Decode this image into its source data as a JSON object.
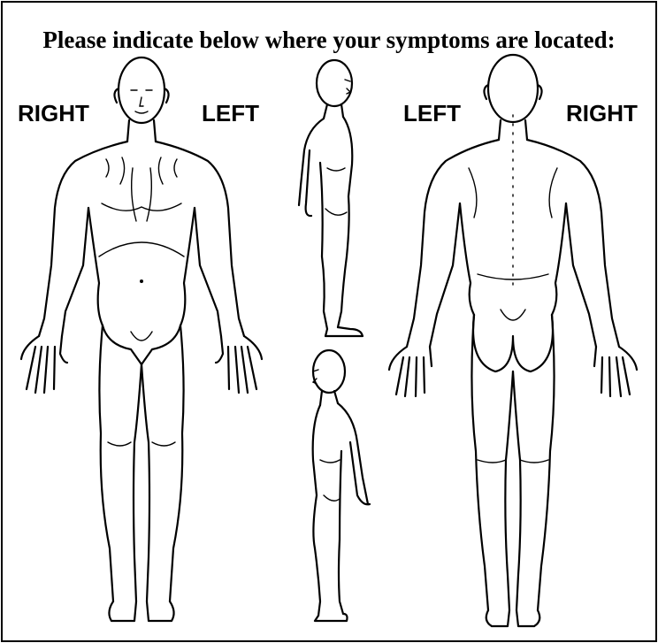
{
  "title": "Please indicate below where your symptoms are located:",
  "front_view": {
    "right_label": "RIGHT",
    "left_label": "LEFT"
  },
  "back_view": {
    "left_label": "LEFT",
    "right_label": "RIGHT"
  },
  "line_color": "#000000",
  "background_color": "#ffffff"
}
